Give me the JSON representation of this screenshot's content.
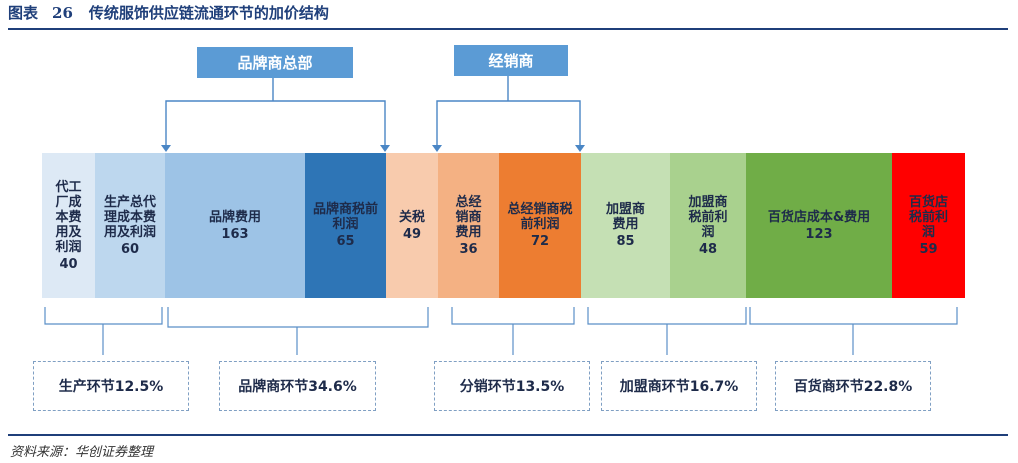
{
  "figure": {
    "label": "图表",
    "number": "26",
    "title": "传统服饰供应链流通环节的加价结构"
  },
  "headers": {
    "brand_hq": "品牌商总部",
    "distributor": "经销商"
  },
  "segments": [
    {
      "label": "代工厂成本费用及利润",
      "value": "40",
      "color": "#dde9f5",
      "text_color": "#1e2b4a"
    },
    {
      "label": "生产总代理成本费用及利润",
      "value": "60",
      "color": "#bdd7ee",
      "text_color": "#1e2b4a"
    },
    {
      "label": "品牌费用",
      "value": "163",
      "color": "#9dc3e6",
      "text_color": "#1e2b4a"
    },
    {
      "label": "品牌商税前利润",
      "value": "65",
      "color": "#2e75b6",
      "text_color": "#1e2b4a"
    },
    {
      "label": "关税",
      "value": "49",
      "color": "#f8cbad",
      "text_color": "#1e2b4a"
    },
    {
      "label": "总经销商费用",
      "value": "36",
      "color": "#f4b183",
      "text_color": "#1e2b4a"
    },
    {
      "label": "总经销商税前利润",
      "value": "72",
      "color": "#ed7d31",
      "text_color": "#1e2b4a"
    },
    {
      "label": "加盟商费用",
      "value": "85",
      "color": "#c5e0b4",
      "text_color": "#1e2b4a"
    },
    {
      "label": "加盟商税前利润",
      "value": "48",
      "color": "#a9d18e",
      "text_color": "#1e2b4a"
    },
    {
      "label": "百货店成本&费用",
      "value": "123",
      "color": "#70ad47",
      "text_color": "#1e2b4a"
    },
    {
      "label": "百货店税前利润",
      "value": "59",
      "color": "#ff0000",
      "text_color": "#1e2b4a"
    }
  ],
  "stages": [
    {
      "label": "生产环节12.5%"
    },
    {
      "label": "品牌商环节34.6%"
    },
    {
      "label": "分销环节13.5%"
    },
    {
      "label": "加盟商环节16.7%"
    },
    {
      "label": "百货商环节22.8%"
    }
  ],
  "source": "资料来源：华创证券整理"
}
